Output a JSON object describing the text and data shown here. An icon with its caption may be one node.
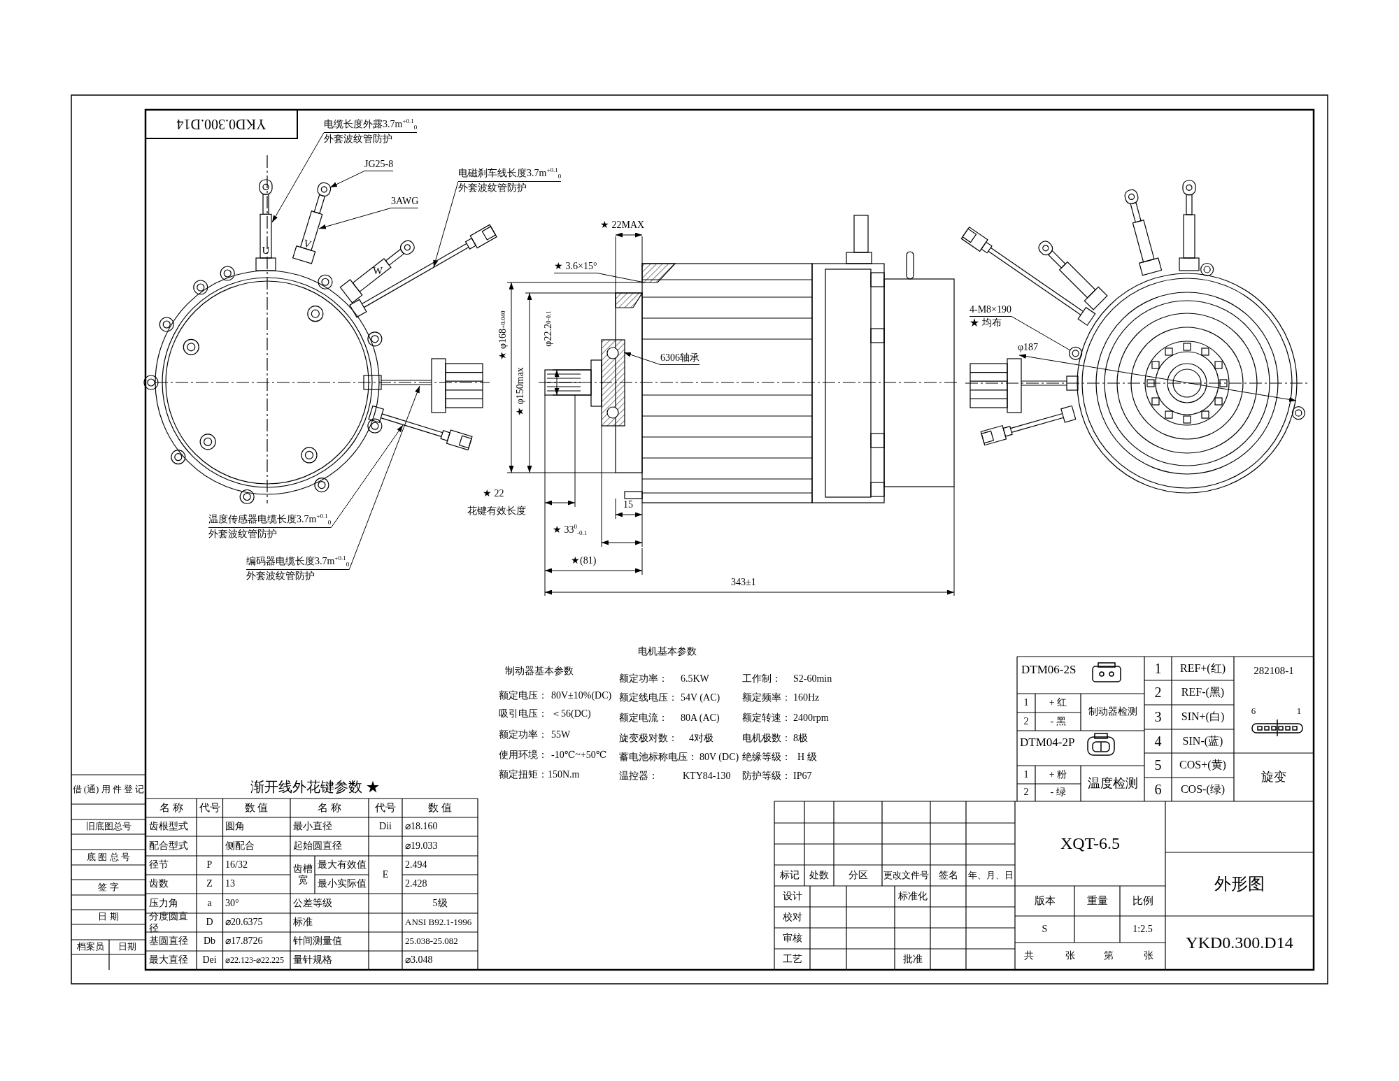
{
  "diagram": {
    "nodes": [
      {
        "text": [
          "电缆长度外露3.7m$^{+0.1}$$_{0}$",
          "外套波纹管防护"
        ]
      },
      {
        "text": [
          "JG25-8"
        ]
      },
      {
        "text": [
          "3AWG"
        ]
      },
      {
        "text": [
          "电磁刹车线长度3.7m$^{+0.1}$$_{0}$",
          "外套波纹管防护"
        ]
      },
      {
        "text": [
          "★ 3.6×15°"
        ]
      },
      {
        "text": [
          "6306轴承"
        ]
      },
      {
        "text": [
          "4-M8×190",
          "★ 均布"
        ]
      },
      {
        "text": [
          "温度传感器电缆长度3.7m$^{+0.1}$$_{0}$",
          "外套波纹管防护"
        ]
      },
      {
        "text": [
          "编码器电缆长度3.7m$^{+0.1}$$_{0}$",
          "外套波纹管防护"
        ]
      },
      {
        "text": [
          "U"
        ]
      },
      {
        "text": [
          "V"
        ]
      },
      {
        "text": [],
        "shape": "lug"
      },
      {
        "text": [],
        "shape": "circle"
      }
    ],
    "edges": [
      {
        "from": 0,
        "to": 9,
        "arrow": "to"
      },
      {
        "from": 1,
        "to": 11,
        "arrow": "to"
      },
      {
        "from": 2,
        "to": 10,
        "arrow": "to"
      },
      {
        "from": 3,
        "to": null,
        "arrow": "to"
      },
      {
        "from": 4,
        "to": null,
        "arrow": "none"
      },
      {
        "from": 5,
        "to": null,
        "arrow": "to"
      },
      {
        "from": 6,
        "to": 12,
        "arrow": "none"
      },
      {
        "from": 7,
        "to": null,
        "arrow": "to"
      },
      {
        "from": 8,
        "to": null,
        "arrow": "to"
      }
    ],
    "labels": [
      "YKD0.300.D14",
      "W",
      "★ 22MAX",
      "★ φ168$^{+0.04}$$_{0}$",
      "★ φ150max",
      "φ22.2$^{0}$$_{-0.1}$",
      "★ 22",
      "花键有效长度",
      "15",
      "★ 33$^{0}$$_{-0.1}$",
      "★(81)",
      "343±1",
      "φ187",
      "电机基本参数",
      "制动器基本参数",
      "额定功率：",
      "6.5KW",
      "工作制：",
      "S2-60min",
      "额定电压：",
      "80V±10%(DC)",
      "额定线电压：",
      "54V (AC)",
      "额定频率：",
      "160Hz",
      "吸引电压：",
      "＜56(DC)",
      "额定电流：",
      "80A (AC)",
      "额定转速：",
      "2400rpm",
      "额定功率：",
      "55W",
      "旋变极对数：",
      "4对极",
      "电机极数：",
      "8极",
      "使用环境：",
      "-10℃~+50℃",
      "蓄电池标称电压：",
      "80V (DC)",
      "绝缘等级：",
      "H 级",
      "额定扭矩：",
      "150N.m",
      "温控器：",
      "KTY84-130",
      "防护等级：",
      "IP67",
      "DTM06-2S",
      "1",
      "+ 红",
      "制动器检测",
      "2",
      "- 黑",
      "DTM04-2P",
      "1",
      "+ 粉",
      "温度检测",
      "2",
      "- 绿",
      "1",
      "REF+(红)",
      "2",
      "REF-(黑)",
      "3",
      "SIN+(白)",
      "4",
      "SIN-(蓝)",
      "5",
      "COS+(黄)",
      "6",
      "COS-(绿)",
      "282108-1",
      "6",
      "1",
      "旋变",
      "渐开线外花键参数 ★",
      "名 称",
      "代号",
      "数 值",
      "名 称",
      "代号",
      "数 值",
      "齿根型式",
      "圆角",
      "最小直径",
      "Dii",
      "⌀18.160",
      "配合型式",
      "侧配合",
      "起始圆直径",
      "⌀19.033",
      "径节",
      "P",
      "16/32",
      "齿槽宽",
      "最大有效值",
      "E",
      "2.494",
      "齿数",
      "Z",
      "13",
      "最小实际值",
      "2.428",
      "压力角",
      "a",
      "30°",
      "公差等级",
      "5级",
      "分度圆直径",
      "D",
      "⌀20.6375",
      "标准",
      "ANSI B92.1-1996",
      "基圆直径",
      "Db",
      "⌀17.8726",
      "针间测量值",
      "25.038-25.082",
      "最大直径",
      "Dei",
      "⌀22.123-⌀22.225",
      "量针规格",
      "⌀3.048",
      "借 (通) 用 件 登 记",
      "旧底图总号",
      "底 图 总 号",
      "签 字",
      "日 期",
      "档案员",
      "日期",
      "标记",
      "处数",
      "分区",
      "更改文件号",
      "签名",
      "年、月、日",
      "XQT-6.5",
      "外形图",
      "设计",
      "标准化",
      "版本",
      "重量",
      "比例",
      "校对",
      "S",
      "1:2.5",
      "YKD0.300.D14",
      "审核",
      "工艺",
      "批准",
      "共",
      "张",
      "第",
      "张"
    ]
  }
}
